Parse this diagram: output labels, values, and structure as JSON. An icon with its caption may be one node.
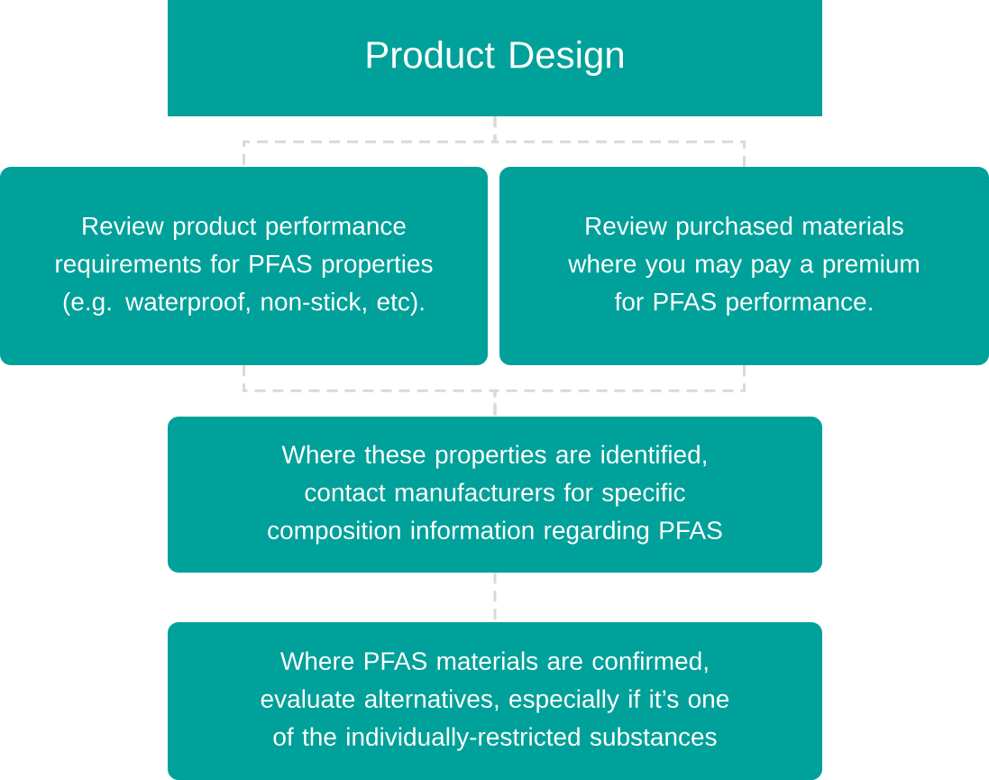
{
  "diagram": {
    "nodes": [
      {
        "text": [
          "Product Design"
        ]
      },
      {
        "text": [
          "Review product performance requirements for PFAS properties (e.g. waterproof, non-stick, etc)."
        ]
      },
      {
        "text": [
          "Review purchased materials where you may pay a premium for PFAS performance."
        ]
      },
      {
        "text": [
          "Where these properties are identified, contact manufacturers for specific composition information regarding PFAS"
        ]
      },
      {
        "text": [
          "Where PFAS materials are confirmed, evaluate alternatives, especially if it’s one of the individually-restricted substances"
        ]
      }
    ],
    "edges": [
      {
        "from": 0,
        "to": 1,
        "arrow": "none",
        "style": "dashed"
      },
      {
        "from": 0,
        "to": 2,
        "arrow": "none",
        "style": "dashed"
      },
      {
        "from": 1,
        "to": 3,
        "arrow": "none",
        "style": "dashed"
      },
      {
        "from": 2,
        "to": 3,
        "arrow": "none",
        "style": "dashed"
      },
      {
        "from": 3,
        "to": 4,
        "arrow": "none",
        "style": "dashed"
      }
    ]
  }
}
